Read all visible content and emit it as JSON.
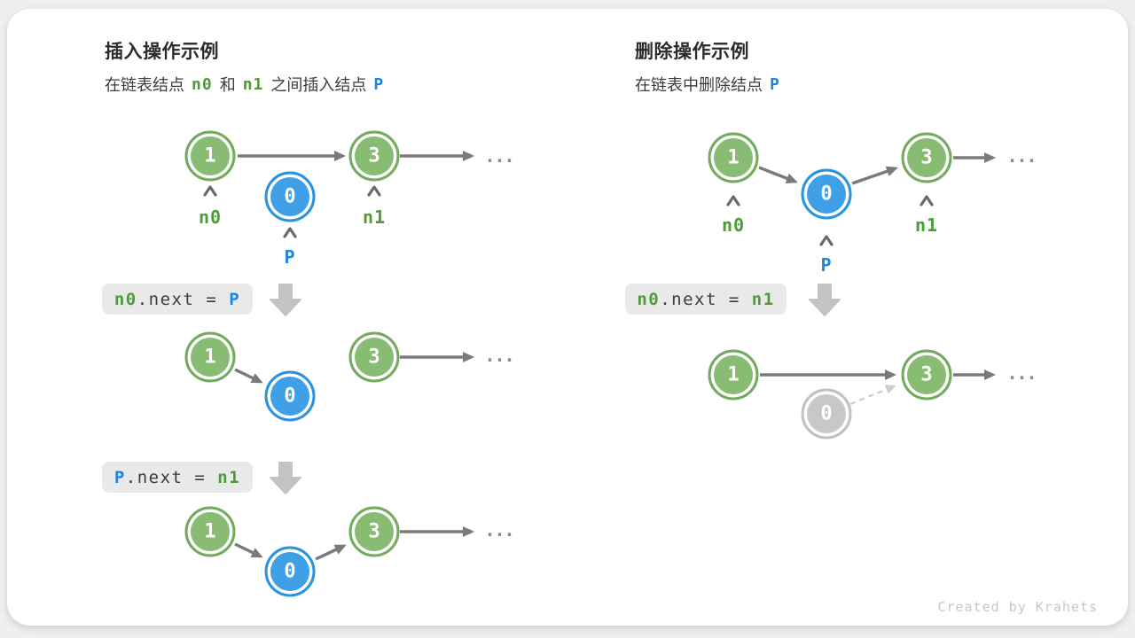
{
  "card": {
    "watermark": "Created by Krahets"
  },
  "colors": {
    "node_green_fill": "#87bc72",
    "node_green_border": "#73aa5d",
    "node_blue_fill": "#3fa0e8",
    "node_blue_border": "#2b93de",
    "node_gray_fill": "#c8c8c8",
    "label_green": "#4c9c38",
    "label_blue": "#1b86e3",
    "arrow_gray": "#7a7a7a",
    "dashed_arrow_gray": "#cdcdcd",
    "block_arrow_gray": "#c3c3c3",
    "codebox_background": "#e9e9ea",
    "code_text": "#3b3b3b"
  },
  "insert": {
    "title": "插入操作示例",
    "subtitle": {
      "pre": "在链表结点",
      "n0": "n0",
      "and": "和",
      "n1": "n1",
      "post": "之间插入结点",
      "p": "P"
    },
    "node_values": {
      "n0": "1",
      "n1": "3",
      "p": "0"
    },
    "pointer_labels": {
      "n0": "n0",
      "n1": "n1",
      "p": "P"
    },
    "ellipsis": "...",
    "step1_code": {
      "target": "n0",
      "accessor": ".next = ",
      "value": "P"
    },
    "step2_code": {
      "target": "P",
      "accessor": ".next = ",
      "value": "n1"
    }
  },
  "delete": {
    "title": "删除操作示例",
    "subtitle": {
      "pre": "在链表中删除结点",
      "p": "P"
    },
    "node_values": {
      "n0": "1",
      "n1": "3",
      "p": "0"
    },
    "pointer_labels": {
      "n0": "n0",
      "n1": "n1",
      "p": "P"
    },
    "ellipsis": "...",
    "step1_code": {
      "target": "n0",
      "accessor": ".next = ",
      "value": "n1"
    }
  }
}
